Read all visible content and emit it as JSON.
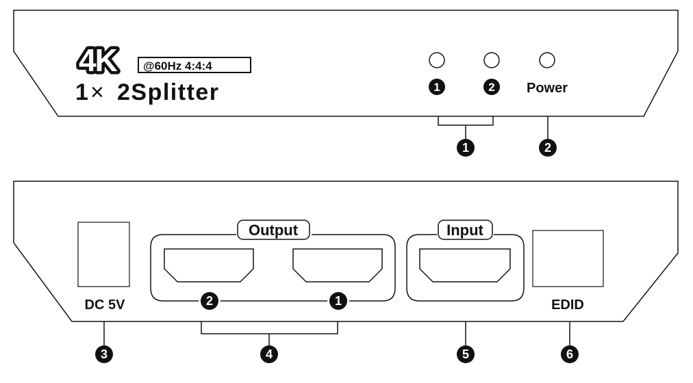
{
  "front_panel": {
    "logo_4k": "4K",
    "spec": "@60Hz 4:4:4",
    "model_count": "1",
    "model_times": "×",
    "model_name": "2Splitter",
    "leds": [
      {
        "label": "1",
        "style": "badge"
      },
      {
        "label": "2",
        "style": "badge"
      },
      {
        "label": "Power",
        "style": "text"
      }
    ],
    "callouts": [
      "1",
      "2"
    ]
  },
  "rear_panel": {
    "dc_label": "DC 5V",
    "output_group_label": "Output",
    "output_ports": [
      {
        "label": "2"
      },
      {
        "label": "1"
      }
    ],
    "input_group_label": "Input",
    "edid_label": "EDID",
    "callouts": [
      "3",
      "4",
      "5",
      "6"
    ]
  },
  "colors": {
    "stroke": "#111111",
    "background": "#ffffff"
  }
}
